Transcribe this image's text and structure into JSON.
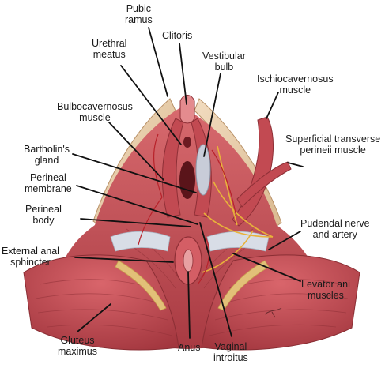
{
  "labels": {
    "pubic_ramus": "Pubic\nramus",
    "clitoris": "Clitoris",
    "urethral_meatus": "Urethral\nmeatus",
    "vestibular_bulb": "Vestibular\nbulb",
    "ischiocavernosus": "Ischiocavernosus\nmuscle",
    "bulbocavernosus": "Bulbocavernosus\nmuscle",
    "superficial_transverse": "Superficial transverse\nperineii muscle",
    "bartholins_gland": "Bartholin's\ngland",
    "perineal_membrane": "Perineal\nmembrane",
    "perineal_body": "Perineal\nbody",
    "pudendal": "Pudendal nerve\nand artery",
    "external_anal_sphincter": "External anal\nsphincter",
    "levator_ani": "Levator ani\nmuscles",
    "gluteus_maximus": "Gluteus\nmaximus",
    "anus": "Anus",
    "vaginal_introitus": "Vaginal\nintroitus"
  },
  "colors": {
    "muscle": "#c9545a",
    "muscle_dark": "#9e3a40",
    "fat": "#e2c078",
    "membrane": "#d8dde6",
    "nerve": "#e8b23a",
    "vessel": "#b8222a",
    "skin": "#e9b7a8"
  }
}
